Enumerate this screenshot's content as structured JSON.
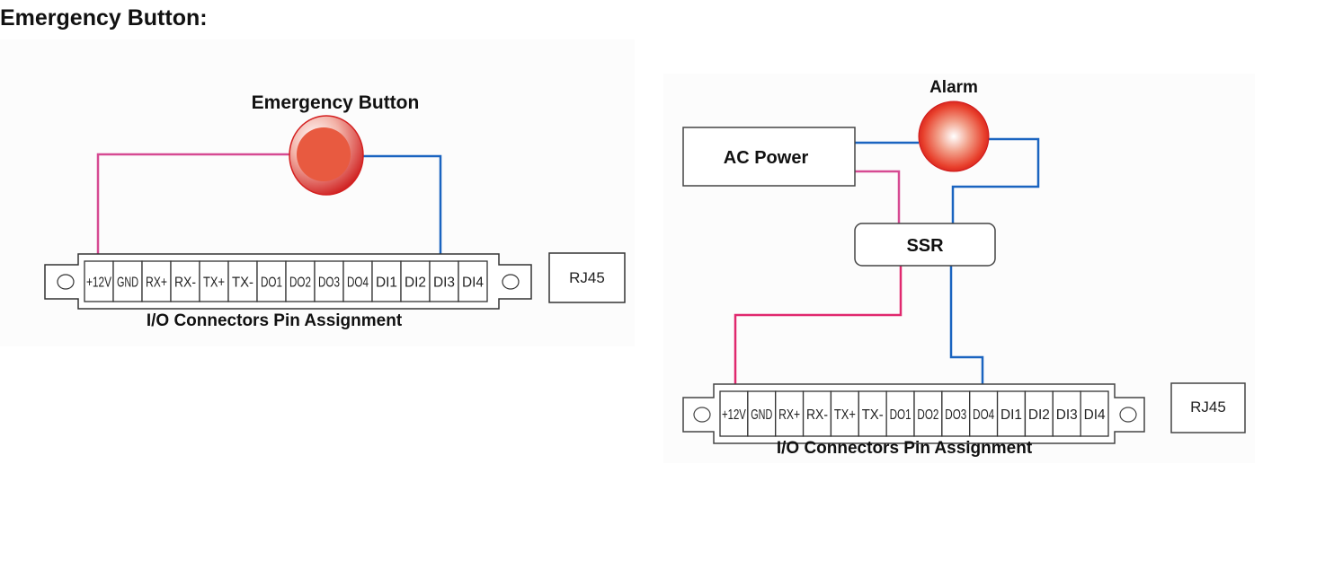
{
  "page": {
    "heading": "Emergency Button:"
  },
  "left_diagram": {
    "device_label": "Emergency Button",
    "connector_caption": "I/O Connectors Pin Assignment",
    "rj45_label": "RJ45",
    "pins": [
      "+12V",
      "GND",
      "RX+",
      "RX-",
      "TX+",
      "TX-",
      "DO1",
      "DO2",
      "DO3",
      "DO4",
      "DI1",
      "DI2",
      "DI3",
      "DI4"
    ],
    "wires": [
      {
        "from": "Emergency Button",
        "to": "+12V",
        "color": "#d64a92"
      },
      {
        "from": "Emergency Button",
        "to": "DI3",
        "color": "#1a64c0"
      }
    ]
  },
  "right_diagram": {
    "alarm_label": "Alarm",
    "ac_power_label": "AC Power",
    "ssr_label": "SSR",
    "connector_caption": "I/O Connectors Pin Assignment",
    "rj45_label": "RJ45",
    "pins": [
      "+12V",
      "GND",
      "RX+",
      "RX-",
      "TX+",
      "TX-",
      "DO1",
      "DO2",
      "DO3",
      "DO4",
      "DI1",
      "DI2",
      "DI3",
      "DI4"
    ],
    "wires": [
      {
        "from": "AC Power",
        "to": "Alarm",
        "color": "#1a64c0"
      },
      {
        "from": "Alarm",
        "to": "SSR",
        "color": "#1a64c0"
      },
      {
        "from": "AC Power",
        "to": "SSR",
        "color": "#d64a92"
      },
      {
        "from": "SSR",
        "to": "+12V",
        "color": "#e0286e"
      },
      {
        "from": "SSR",
        "to": "DO4",
        "color": "#1a64c0"
      }
    ]
  },
  "colors": {
    "pink_wire": "#d64a92",
    "magenta_wire": "#e0286e",
    "blue_wire": "#1a64c0",
    "button_red": "#e85a40",
    "alarm_red": "#e02020"
  }
}
